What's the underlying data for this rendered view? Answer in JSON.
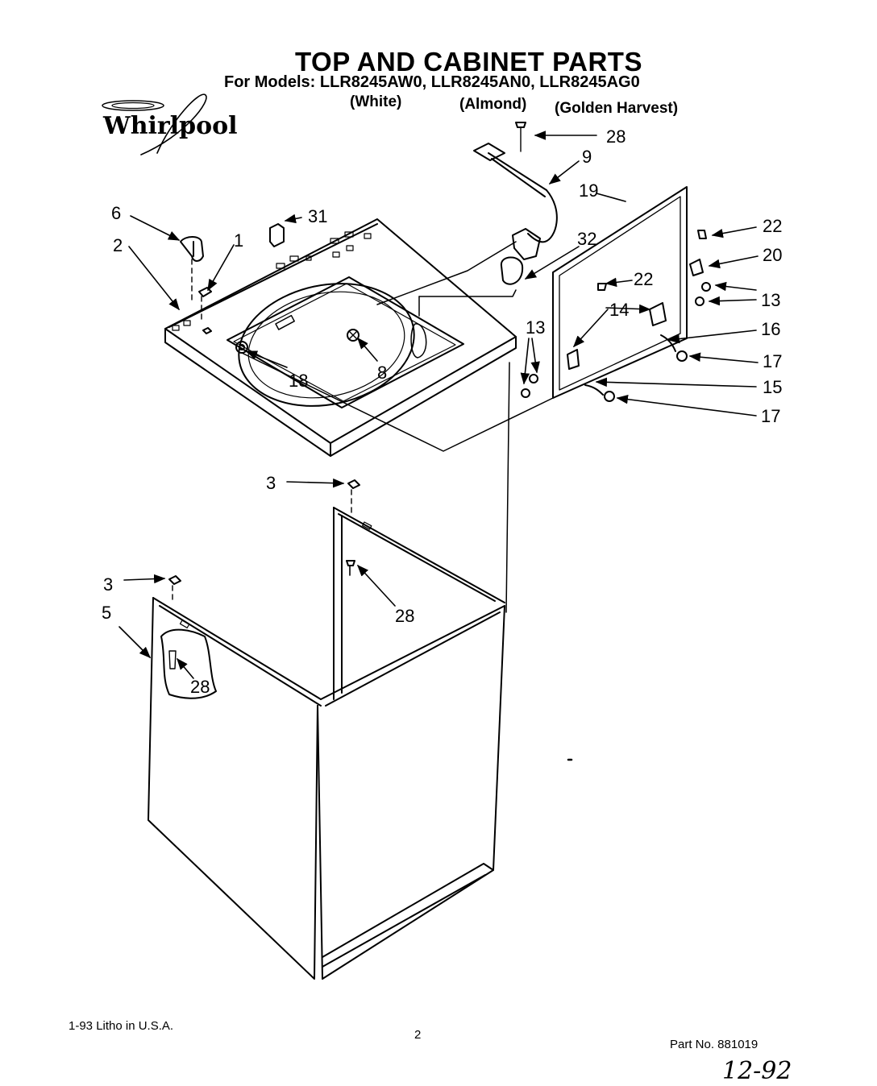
{
  "header": {
    "title": "TOP AND CABINET PARTS",
    "models_line": "For Models:  LLR8245AW0,  LLR8245AN0,  LLR8245AG0",
    "colors": [
      "(White)",
      "(Almond)",
      "(Golden Harvest)"
    ]
  },
  "logo": {
    "brand": "Whirlpool"
  },
  "callouts": [
    {
      "id": "label-28-top",
      "text": "28"
    },
    {
      "id": "label-9",
      "text": "9"
    },
    {
      "id": "label-19",
      "text": "19"
    },
    {
      "id": "label-22-right",
      "text": "22"
    },
    {
      "id": "label-20",
      "text": "20"
    },
    {
      "id": "label-32",
      "text": "32"
    },
    {
      "id": "label-22-mid",
      "text": "22"
    },
    {
      "id": "label-13-right",
      "text": "13"
    },
    {
      "id": "label-14",
      "text": "14"
    },
    {
      "id": "label-16",
      "text": "16"
    },
    {
      "id": "label-13-left",
      "text": "13"
    },
    {
      "id": "label-17-upper",
      "text": "17"
    },
    {
      "id": "label-15",
      "text": "15"
    },
    {
      "id": "label-17-lower",
      "text": "17"
    },
    {
      "id": "label-6",
      "text": "6"
    },
    {
      "id": "label-31",
      "text": "31"
    },
    {
      "id": "label-2",
      "text": "2"
    },
    {
      "id": "label-1",
      "text": "1"
    },
    {
      "id": "label-18",
      "text": "18"
    },
    {
      "id": "label-8",
      "text": "8"
    },
    {
      "id": "label-3-upper",
      "text": "3"
    },
    {
      "id": "label-28-mid",
      "text": "28"
    },
    {
      "id": "label-3-lower",
      "text": "3"
    },
    {
      "id": "label-5",
      "text": "5"
    },
    {
      "id": "label-28-low",
      "text": "28"
    }
  ],
  "footer": {
    "litho": "1-93 Litho in U.S.A.",
    "page_number": "2",
    "part_number": "Part No. 881019",
    "date": "12-92"
  }
}
